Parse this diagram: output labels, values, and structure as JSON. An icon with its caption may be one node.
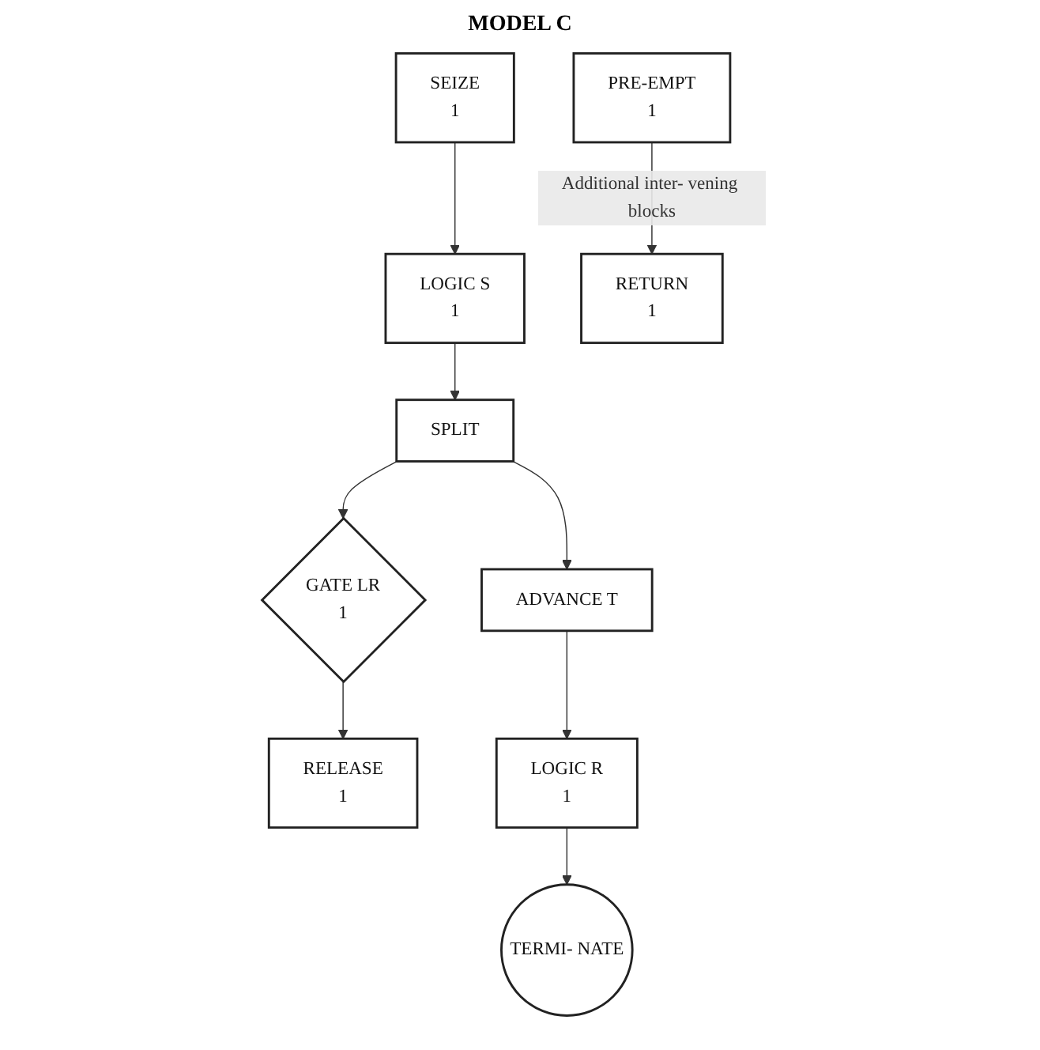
{
  "diagram": {
    "title": "MODEL C",
    "nodes": [
      {
        "text": [
          "SEIZE",
          "1"
        ]
      },
      {
        "text": [
          "LOGIC S",
          "1"
        ]
      },
      {
        "text": [
          "SPLIT"
        ]
      },
      {
        "text": [
          "GATE LR",
          "1"
        ]
      },
      {
        "text": [
          "ADVANCE T"
        ]
      },
      {
        "text": [
          "RELEASE",
          "1"
        ]
      },
      {
        "text": [
          "LOGIC R",
          "1"
        ]
      },
      {
        "text": [
          "TERMI- NATE"
        ]
      },
      {
        "text": [
          "PRE-EMPT",
          "1"
        ]
      },
      {
        "text": [
          "RETURN",
          "1"
        ]
      }
    ],
    "edges": [
      {
        "from": 0,
        "to": 1,
        "arrow": "to"
      },
      {
        "from": 1,
        "to": 2,
        "arrow": "to"
      },
      {
        "from": 2,
        "to": 3,
        "arrow": "to"
      },
      {
        "from": 2,
        "to": 4,
        "arrow": "to"
      },
      {
        "from": 3,
        "to": 5,
        "arrow": "to"
      },
      {
        "from": 4,
        "to": 6,
        "arrow": "to"
      },
      {
        "from": 6,
        "to": 7,
        "arrow": "to"
      },
      {
        "from": 8,
        "to": 9,
        "arrow": "to",
        "label": "Additional inter- vening blocks"
      }
    ]
  }
}
